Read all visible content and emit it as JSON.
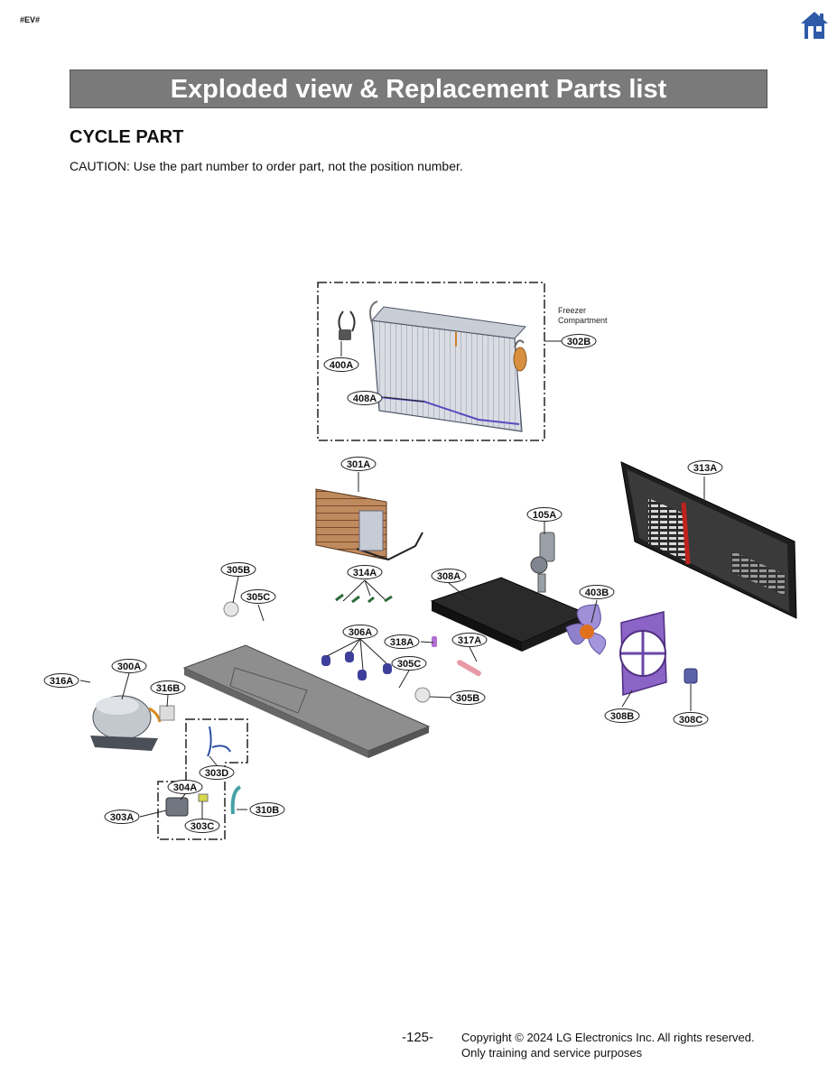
{
  "header": {
    "tag": "#EV#",
    "home_icon": "home-icon",
    "home_color": "#2e5aa8",
    "banner_title": "Exploded view & Replacement Parts list",
    "banner_color": "#7a7a7a"
  },
  "section": {
    "title": "CYCLE PART",
    "caution": "CAUTION: Use the part number to order part, not the position number."
  },
  "diagram": {
    "freezer_label": [
      "Freezer",
      "Compartment"
    ],
    "callouts": {
      "c302B": "302B",
      "c400A": "400A",
      "c408A": "408A",
      "c301A": "301A",
      "c313A": "313A",
      "c105A": "105A",
      "c305B_top": "305B",
      "c314A": "314A",
      "c308A": "308A",
      "c305C_top": "305C",
      "c403B": "403B",
      "c306A": "306A",
      "c318A": "318A",
      "c317A": "317A",
      "c300A": "300A",
      "c316A": "316A",
      "c305C_bot": "305C",
      "c316B": "316B",
      "c305B_bot": "305B",
      "c308B": "308B",
      "c308C": "308C",
      "c303D": "303D",
      "c304A": "304A",
      "c310B": "310B",
      "c303A": "303A",
      "c303C": "303C"
    }
  },
  "footer": {
    "page_number": "-125-",
    "copyright": "Copyright © 2024 LG Electronics Inc. All rights reserved.",
    "note": "Only training and service purposes"
  }
}
